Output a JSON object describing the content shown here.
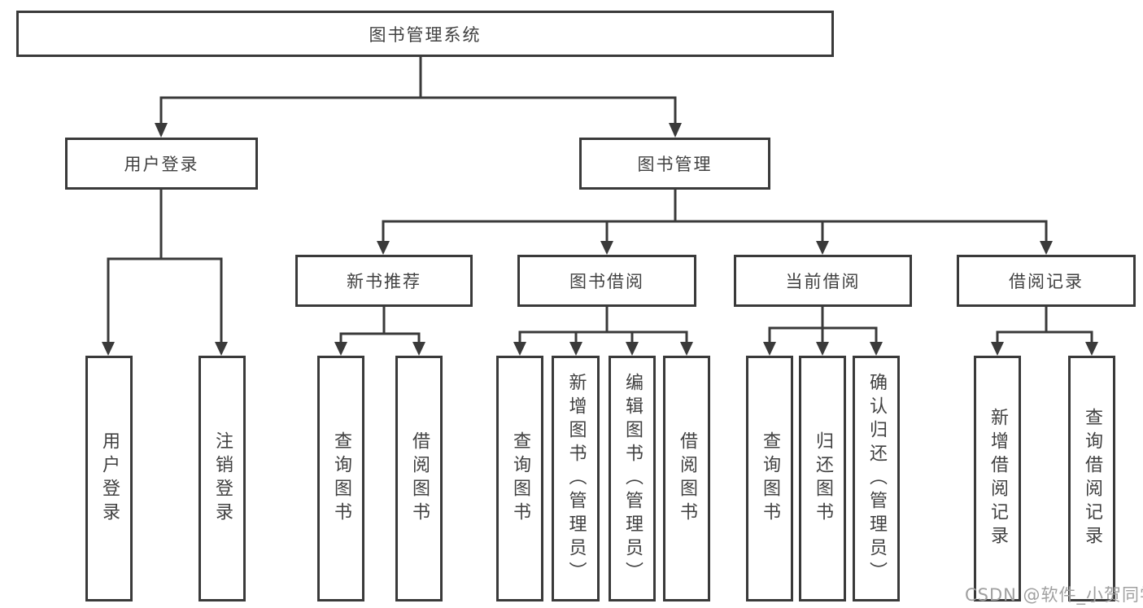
{
  "colors": {
    "line": "#3a3a3a",
    "box_border": "#3a3a3a",
    "text": "#414141",
    "watermark": "#a0a0a0",
    "background": "#ffffff"
  },
  "root": {
    "label": "图书管理系统"
  },
  "level2": {
    "user_login": {
      "label": "用户登录"
    },
    "book_management": {
      "label": "图书管理"
    }
  },
  "user_children": [
    "用户登录",
    "注销登录"
  ],
  "groups": [
    {
      "label": "新书推荐",
      "children": [
        "查询图书",
        "借阅图书"
      ]
    },
    {
      "label": "图书借阅",
      "children": [
        "查询图书",
        "新增图书（管理员）",
        "编辑图书（管理员）",
        "借阅图书"
      ]
    },
    {
      "label": "当前借阅",
      "children": [
        "查询图书",
        "归还图书",
        "确认归还（管理员）"
      ]
    },
    {
      "label": "借阅记录",
      "children": [
        "新增借阅记录",
        "查询借阅记录"
      ]
    }
  ],
  "watermark": {
    "text": "CSDN @软件_小贺同学"
  }
}
